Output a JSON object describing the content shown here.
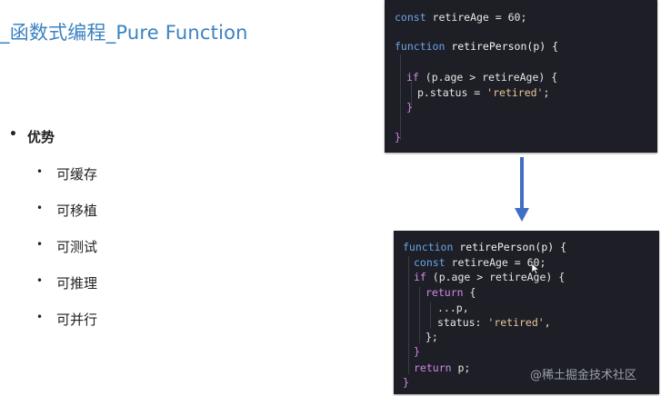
{
  "slide": {
    "title": "_函数式编程_Pure Function"
  },
  "bullets": {
    "main": "优势",
    "dot": "•",
    "items": [
      "可缓存",
      "可移植",
      "可测试",
      "可推理",
      "可并行"
    ]
  },
  "code_before": {
    "l1_kw": "const",
    "l1_rest": " retireAge = 60;",
    "l2_kw": "function",
    "l2_rest": " retirePerson(p) {",
    "l3_ctrl": "if",
    "l3_rest": " (p.age > retireAge) {",
    "l4_a": "p.status = ",
    "l4_str": "'retired'",
    "l4_b": ";",
    "l5": "}",
    "l6": "}"
  },
  "code_after": {
    "l1_kw": "function",
    "l1_rest": " retirePerson(p) {",
    "l2_kw": "const",
    "l2_rest": " retireAge = 60;",
    "l3_ctrl": "if",
    "l3_rest": " (p.age > retireAge) {",
    "l4_ctrl": "return",
    "l4_rest": " {",
    "l5": "...p,",
    "l6_a": "status: ",
    "l6_str": "'retired'",
    "l6_b": ",",
    "l7": "};",
    "l8": "}",
    "l9_ctrl": "return",
    "l9_rest": " p;",
    "l10": "}"
  },
  "watermark": {
    "text": "@稀土掘金技术社区"
  },
  "colors": {
    "title": "#3b82c4",
    "arrow": "#3f6fc4",
    "code_bg": "#1e1f26"
  }
}
